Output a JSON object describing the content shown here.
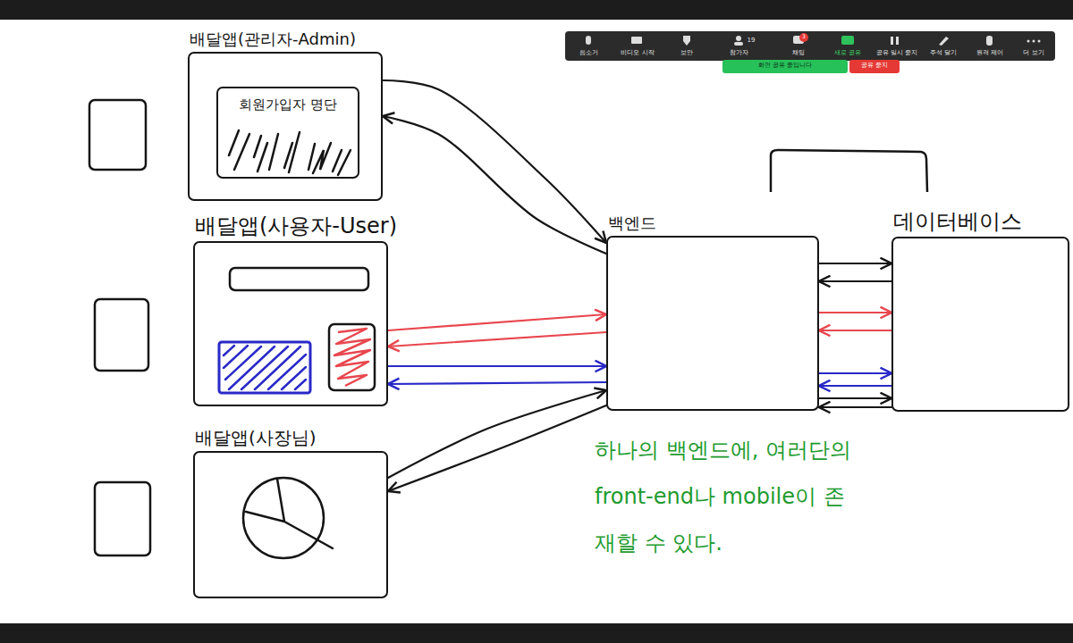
{
  "diagram": {
    "nodes": [
      {
        "text": [
          "배달앱(관리자-Admin)"
        ]
      },
      {
        "text": [
          "회원가입자 명단"
        ],
        "in": 0
      },
      {
        "text": [
          "배달앱(사용자-User)"
        ]
      },
      {
        "text": [
          "배달앱(사장님)"
        ]
      },
      {
        "text": [
          "백엔드"
        ]
      },
      {
        "text": [
          "데이터베이스"
        ]
      }
    ],
    "edges": [
      {
        "from": 0,
        "to": 4,
        "arrow": "to"
      },
      {
        "from": 4,
        "to": 0,
        "arrow": "to"
      },
      {
        "from": 2,
        "to": 4,
        "arrow": "to"
      },
      {
        "from": 4,
        "to": 2,
        "arrow": "to"
      },
      {
        "from": 2,
        "to": 4,
        "arrow": "to"
      },
      {
        "from": 4,
        "to": 2,
        "arrow": "to"
      },
      {
        "from": 3,
        "to": 4,
        "arrow": "to"
      },
      {
        "from": 4,
        "to": 3,
        "arrow": "to"
      },
      {
        "from": 4,
        "to": 5,
        "arrow": "to"
      },
      {
        "from": 5,
        "to": 4,
        "arrow": "to"
      },
      {
        "from": 4,
        "to": 5,
        "arrow": "to"
      },
      {
        "from": 5,
        "to": 4,
        "arrow": "to"
      },
      {
        "from": 4,
        "to": 5,
        "arrow": "to"
      },
      {
        "from": 5,
        "to": 4,
        "arrow": "to"
      },
      {
        "from": 4,
        "to": 5,
        "arrow": "to"
      },
      {
        "from": 5,
        "to": 4,
        "arrow": "to"
      }
    ],
    "labels": [
      "음소거",
      "비디오 시작",
      "보안",
      "19",
      "참가자",
      "3",
      "채팅",
      "새로 공유",
      "공유 일시 중지",
      "주석 달기",
      "원격 제어",
      "더 보기",
      "화면 공유 중입니다",
      "공유 중지",
      "하나의 백엔드에, 여러단의 front-end나 mobile이 존재할 수 있다."
    ]
  }
}
